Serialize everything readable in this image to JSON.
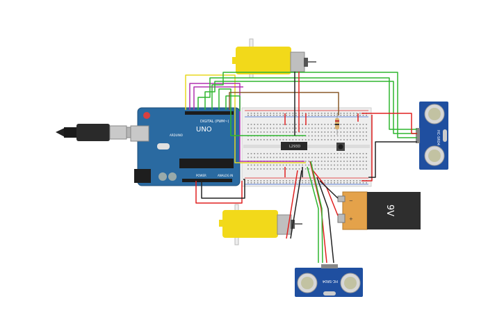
{
  "arduino": {
    "brand": "ARDUINO",
    "model": "UNO",
    "digital_header": "DIGITAL (PWM~)",
    "power_header": "POWER",
    "analog_header": "ANALOG IN",
    "brand_color": "#2a6aa1"
  },
  "driver_chip": {
    "label": "L293D"
  },
  "battery": {
    "label": "9V",
    "plus": "+",
    "minus": "−"
  },
  "sensor_right": {
    "label": "HC-SR04"
  },
  "sensor_bottom": {
    "label": "HC-SR04"
  },
  "wire_colors": {
    "red": "#e02020",
    "black": "#222222",
    "green": "#2fb52f",
    "yellow": "#e8d820",
    "purple": "#b030b0",
    "brown": "#8a5a2a"
  },
  "icons": [
    "usb-cable-icon",
    "dc-motor-icon",
    "battery-icon",
    "ultrasonic-sensor-icon",
    "push-button-icon",
    "resistor-icon"
  ]
}
